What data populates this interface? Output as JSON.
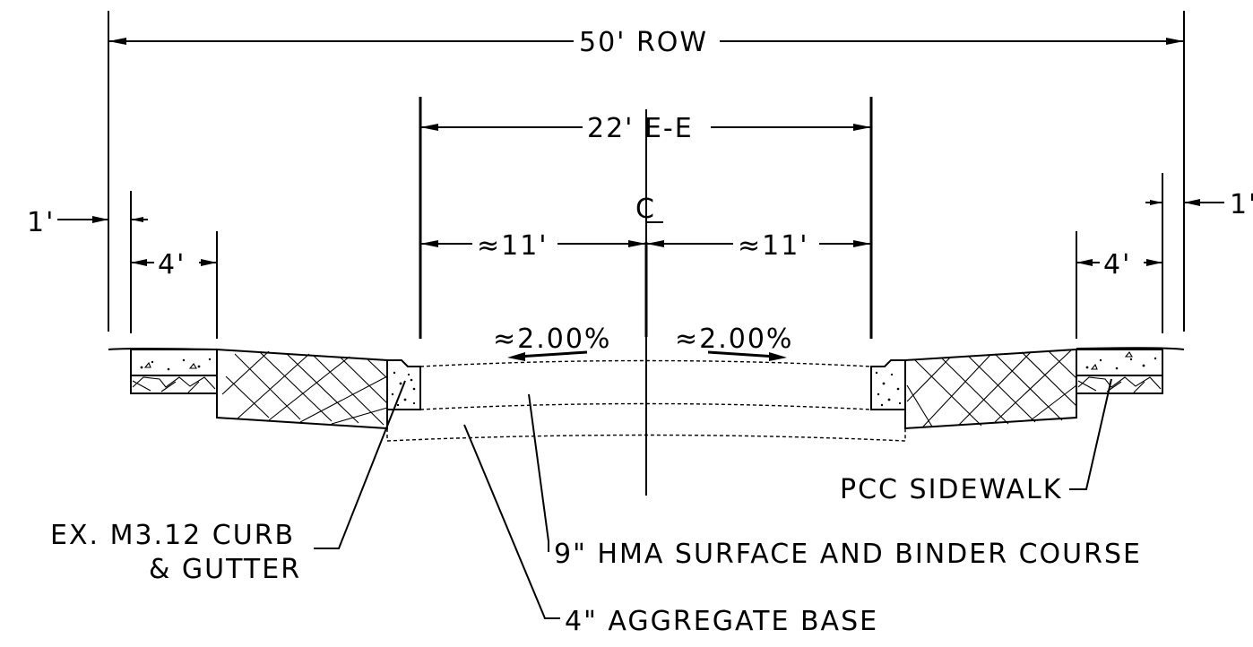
{
  "dimensions": {
    "row_width": "50' ROW",
    "edge_to_edge": "22' E-E",
    "centerline": "C",
    "half_left": "≈11'",
    "half_right": "≈11'",
    "left_offset": "1'",
    "right_offset": "1'",
    "left_sidewalk": "4'",
    "right_sidewalk": "4'"
  },
  "slopes": {
    "left": "≈2.00%",
    "right": "≈2.00%"
  },
  "callouts": {
    "curb_line1": "EX. M3.12 CURB",
    "curb_line2": "& GUTTER",
    "sidewalk": "PCC SIDEWALK",
    "hma": "9\" HMA SURFACE AND BINDER COURSE",
    "aggregate": "4\" AGGREGATE BASE"
  }
}
